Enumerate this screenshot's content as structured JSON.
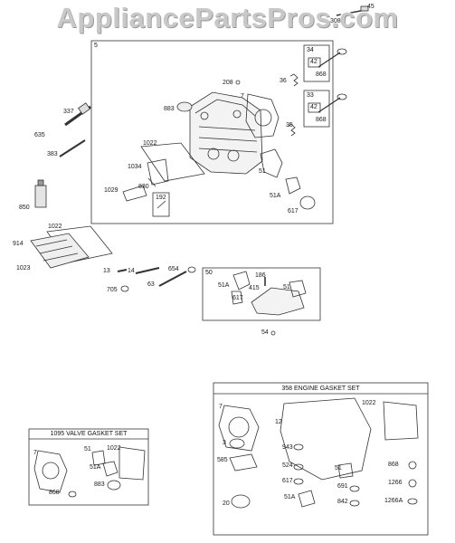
{
  "watermark": "AppliancePartsPros.com",
  "callouts": {
    "c45": "45",
    "c308": "308",
    "c5": "5",
    "c34": "34",
    "c42a": "42",
    "c868a": "868",
    "c33": "33",
    "c42b": "42",
    "c868b": "868",
    "c208": "208",
    "c36": "36",
    "c7a": "7",
    "c883a": "883",
    "c35": "35",
    "c337": "337",
    "c635": "635",
    "c383": "383",
    "c1022a": "1022",
    "c1034": "1034",
    "c830": "830",
    "c1029": "1029",
    "c192": "192",
    "c51a": "51",
    "c51Aa": "51A",
    "c617a": "617",
    "c850": "850",
    "c1022b": "1022",
    "c914": "914",
    "c1023": "1023",
    "c13": "13",
    "c14": "14",
    "c654": "654",
    "c705": "705",
    "c63": "63",
    "c50": "50",
    "c186": "186",
    "c51Ab": "51A",
    "c415": "415",
    "c51b": "51",
    "c617b": "617",
    "c54": "54",
    "c7b": "7",
    "c12": "12",
    "c1022c": "1022",
    "c3": "3",
    "c943": "943",
    "c585": "585",
    "c524": "524",
    "c51c": "51",
    "c868c": "868",
    "c617c": "617",
    "c691": "691",
    "c1266": "1266",
    "c20": "20",
    "c51Ac": "51A",
    "c842": "842",
    "c1266A": "1266A",
    "c7c": "7",
    "c51d": "51",
    "c1022d": "1022",
    "c51Ad": "51A",
    "c883b": "883",
    "c868d": "868"
  },
  "kits": {
    "engine_gasket_set": "358 ENGINE GASKET SET",
    "valve_gasket_set": "1095 VALVE GASKET SET"
  }
}
